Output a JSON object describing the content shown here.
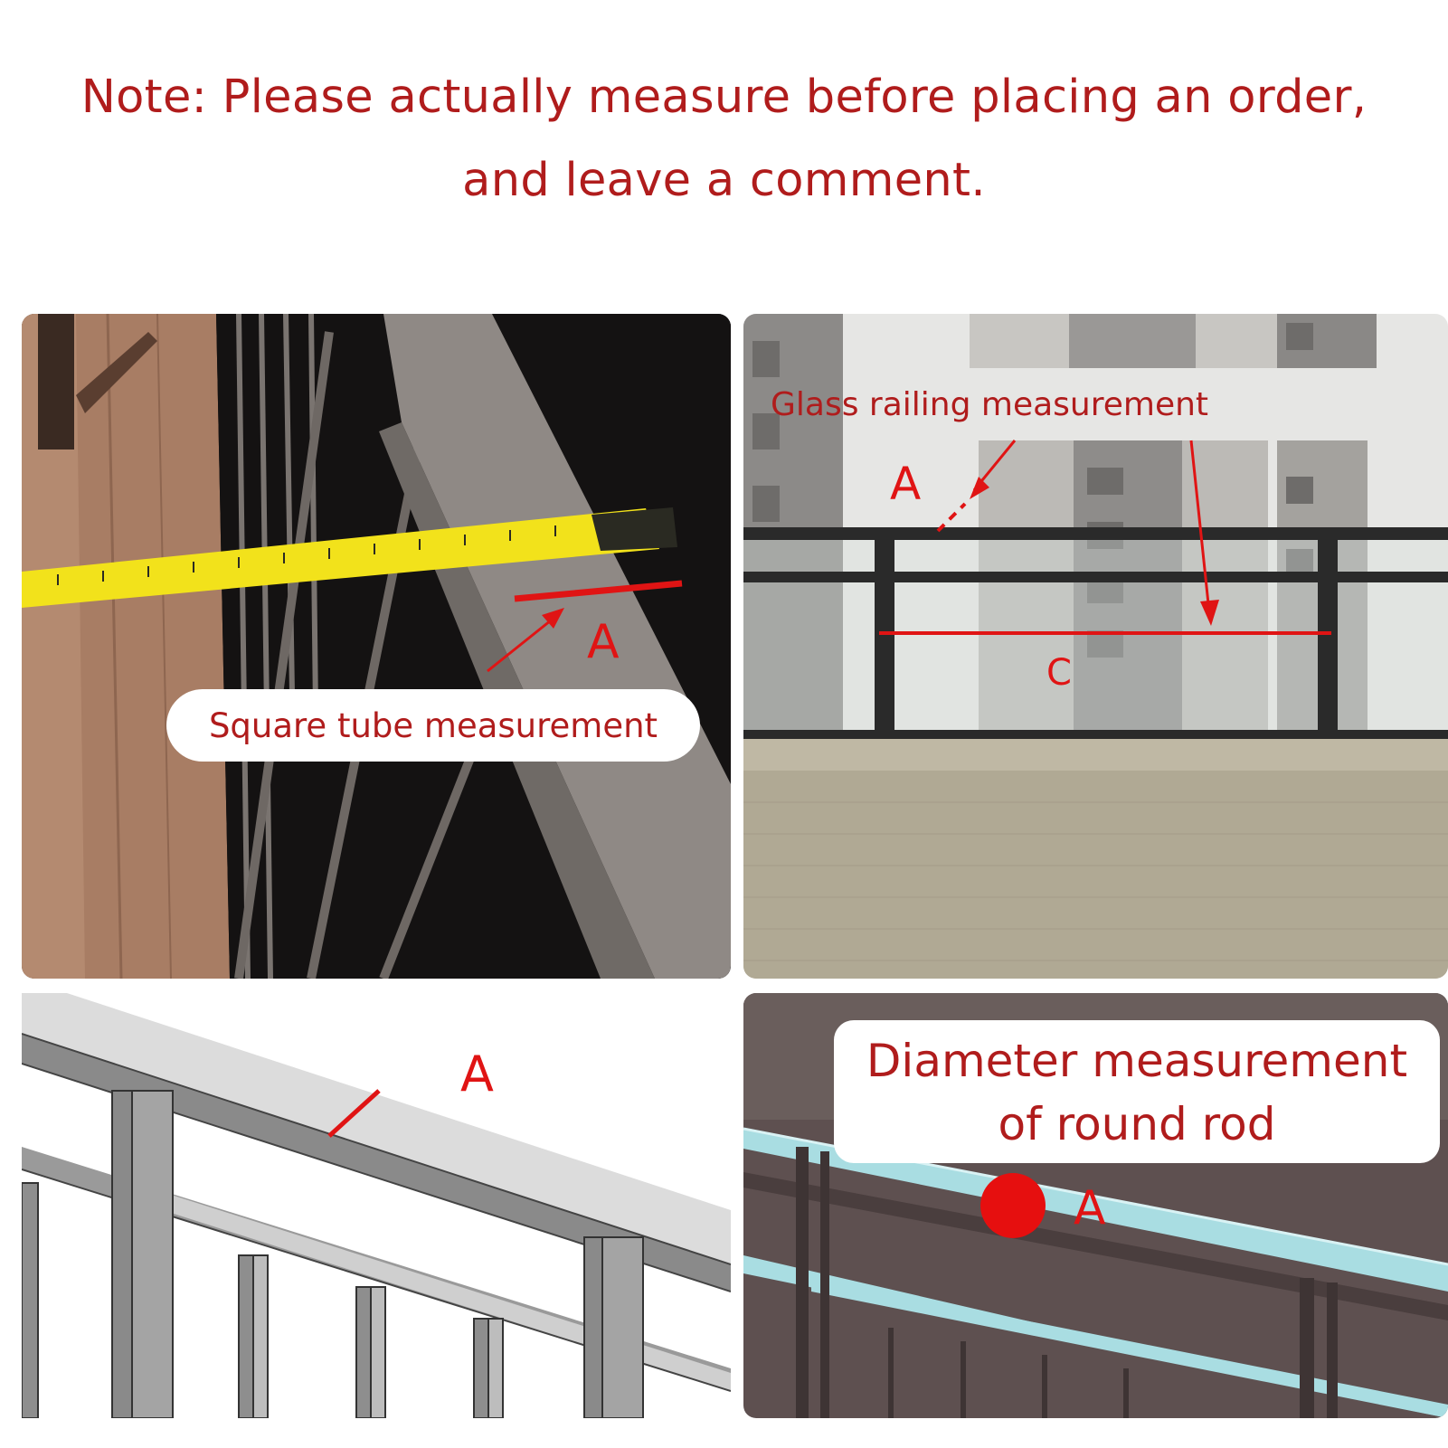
{
  "note": {
    "line1": "Note: Please actually measure before placing an order,",
    "line2": "and leave a comment."
  },
  "panels": {
    "square_tube": {
      "caption": "Square tube measurement",
      "marker": "A"
    },
    "glass_railing": {
      "caption": "Glass railing measurement",
      "marker_a": "A",
      "marker_c": "C"
    },
    "railing_diagram": {
      "marker": "A"
    },
    "round_rod": {
      "caption_line1": "Diameter measurement",
      "caption_line2": "of round rod",
      "marker": "A"
    }
  },
  "colors": {
    "note_text": "#b01c1c",
    "marker_red": "#e01414",
    "tape_yellow": "#f2e21b"
  }
}
